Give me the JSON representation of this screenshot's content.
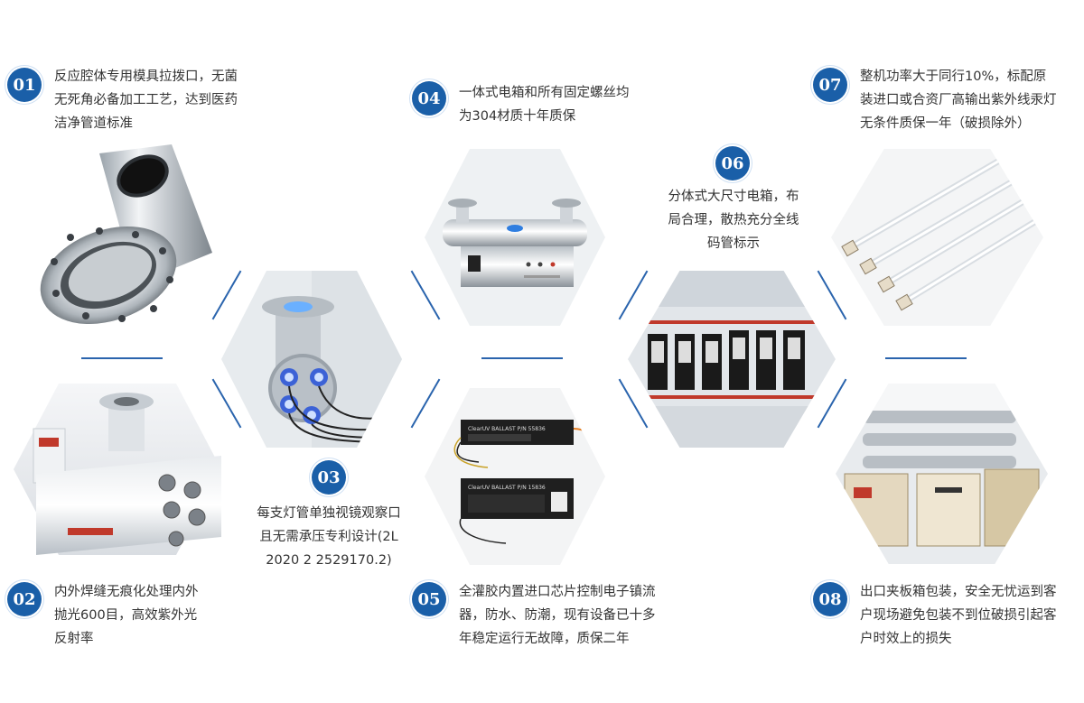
{
  "features": [
    {
      "num": "01",
      "lines": [
        "反应腔体专用模具拉拨口，无菌",
        "无死角必备加工工艺，达到医药",
        "洁净管道标准"
      ]
    },
    {
      "num": "02",
      "lines": [
        "内外焊缝无痕化处理内外",
        "抛光600目，高效紫外光",
        "反射率"
      ]
    },
    {
      "num": "03",
      "lines": [
        "每支灯管单独视镜观察口",
        "且无需承压专利设计(2L",
        "2020 2 2529170.2)"
      ]
    },
    {
      "num": "04",
      "lines": [
        "一体式电箱和所有固定螺丝均",
        "为304材质十年质保"
      ]
    },
    {
      "num": "05",
      "lines": [
        "全灌胶内置进口芯片控制电子镇流",
        "器，防水、防潮，现有设备已十多",
        "年稳定运行无故障，质保二年"
      ]
    },
    {
      "num": "06",
      "lines": [
        "分体式大尺寸电箱，布",
        "局合理，散热充分全线",
        "码管标示"
      ]
    },
    {
      "num": "07",
      "lines": [
        "整机功率大于同行10%，标配原",
        "装进口或合资厂高输出紫外线汞灯",
        "无条件质保一年（破损除外）"
      ]
    },
    {
      "num": "08",
      "lines": [
        "出口夹板箱包装，安全无忧运到客",
        "户现场避免包装不到位破损引起客",
        "户时效上的损失"
      ]
    }
  ],
  "ballast_labels": {
    "top": "ClearUV  BALLAST  P/N 55836",
    "bottom": "ClearUV  BALLAST  P/N 15836"
  },
  "colors": {
    "accent": "#1a5fa8",
    "line": "#2a64ad",
    "text": "#333333"
  }
}
